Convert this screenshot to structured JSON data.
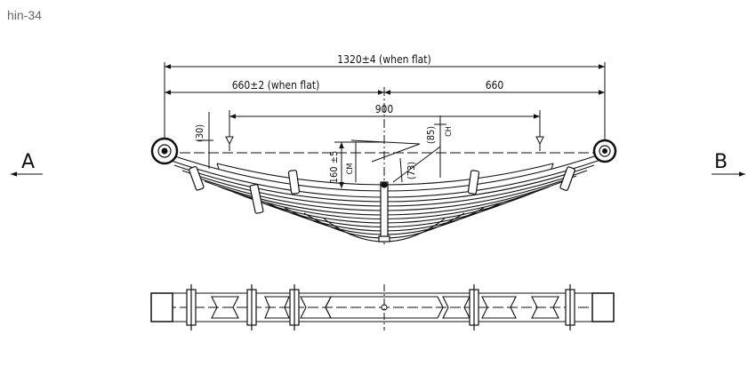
{
  "page_label": "hin-34",
  "dimensions": {
    "overall": "1320±4  (when flat)",
    "left_half": "660±2  (when flat)",
    "right_half": "660",
    "center_span": "900",
    "left_offset": "(30)",
    "right_offset": "(85)",
    "height": "160 ±5",
    "camber_left_label": "CM",
    "camber_right_label": "CH",
    "angle_dim": "(73)"
  },
  "direction_labels": {
    "left": "A",
    "right": "B"
  },
  "colors": {
    "line": "#111111",
    "background": "#ffffff"
  }
}
